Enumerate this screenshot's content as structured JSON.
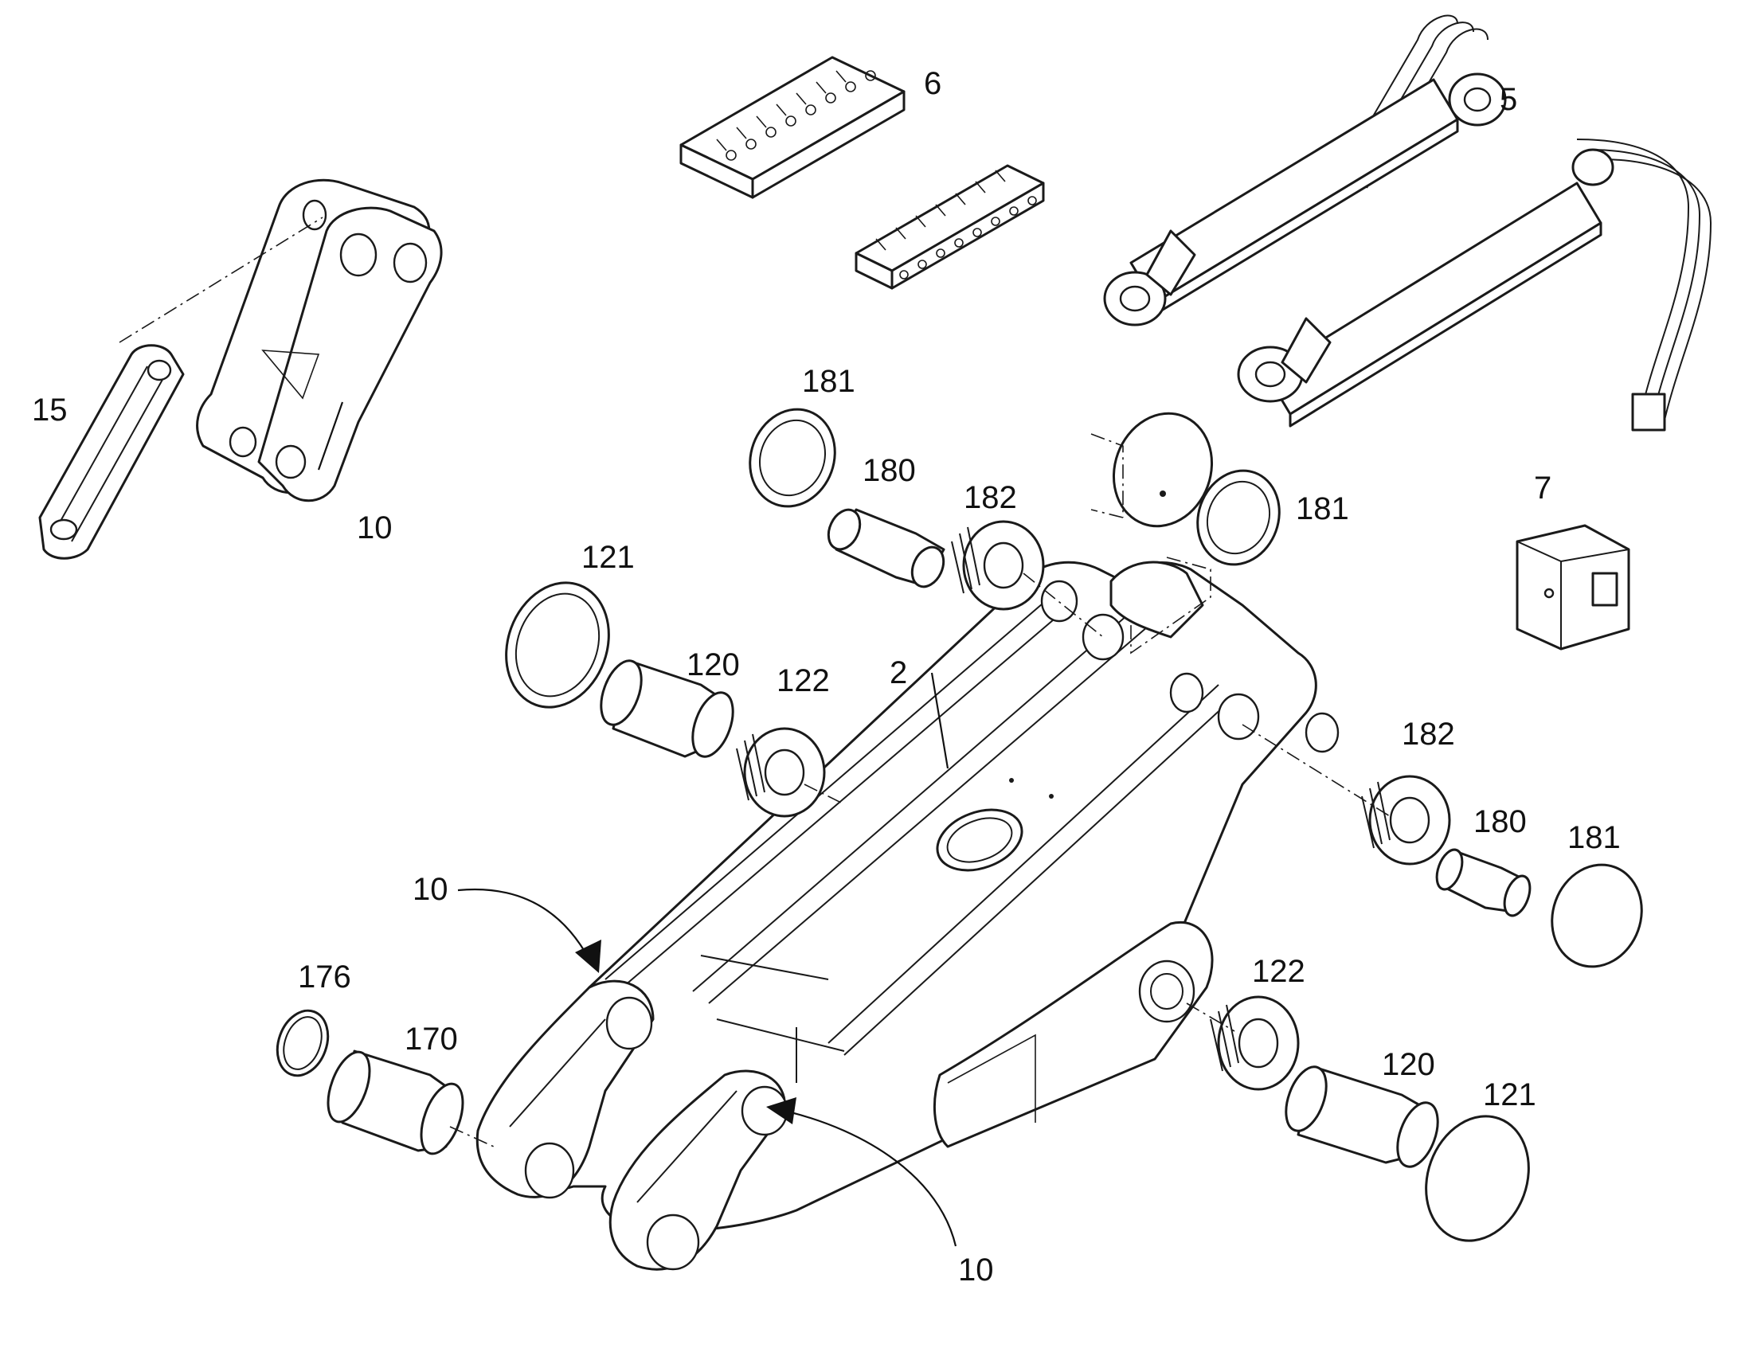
{
  "callouts": {
    "c6": "6",
    "c5": "5",
    "c15": "15",
    "c10_top": "10",
    "c181_a": "181",
    "c180_a": "180",
    "c182_a": "182",
    "c181_b": "181",
    "c7": "7",
    "c121_a": "121",
    "c120_a": "120",
    "c122_a": "122",
    "c2": "2",
    "c182_b": "182",
    "c180_b": "180",
    "c181_c": "181",
    "c10_left": "10",
    "c176": "176",
    "c170": "170",
    "c122_b": "122",
    "c120_b": "120",
    "c121_b": "121",
    "c10_bottom": "10"
  },
  "colors": {
    "line": "#1a1a1a",
    "background": "#ffffff"
  }
}
